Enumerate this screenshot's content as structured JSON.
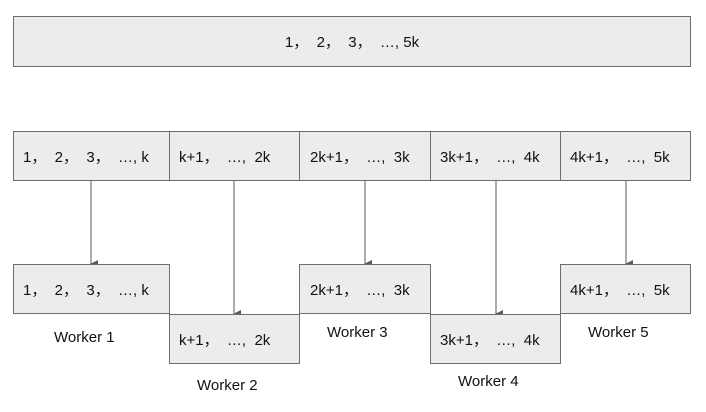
{
  "full_range": "1，  2，  3，  …, 5k",
  "split_segments": [
    "1，  2，  3，  …, k",
    "k+1，  …,  2k",
    "2k+1，  …,  3k",
    "3k+1，  …,  4k",
    "4k+1，  …,  5k"
  ],
  "workers": [
    {
      "range": "1，  2，  3，  …, k",
      "label": "Worker 1"
    },
    {
      "range": "k+1，  …,  2k",
      "label": "Worker 2"
    },
    {
      "range": "2k+1，  …,  3k",
      "label": "Worker 3"
    },
    {
      "range": "3k+1，  …,  4k",
      "label": "Worker 4"
    },
    {
      "range": "4k+1，  …,  5k",
      "label": "Worker 5"
    }
  ],
  "colors": {
    "box_fill": "#ececec",
    "box_border": "#6e6e6e",
    "arrow": "#5a5a5a"
  }
}
